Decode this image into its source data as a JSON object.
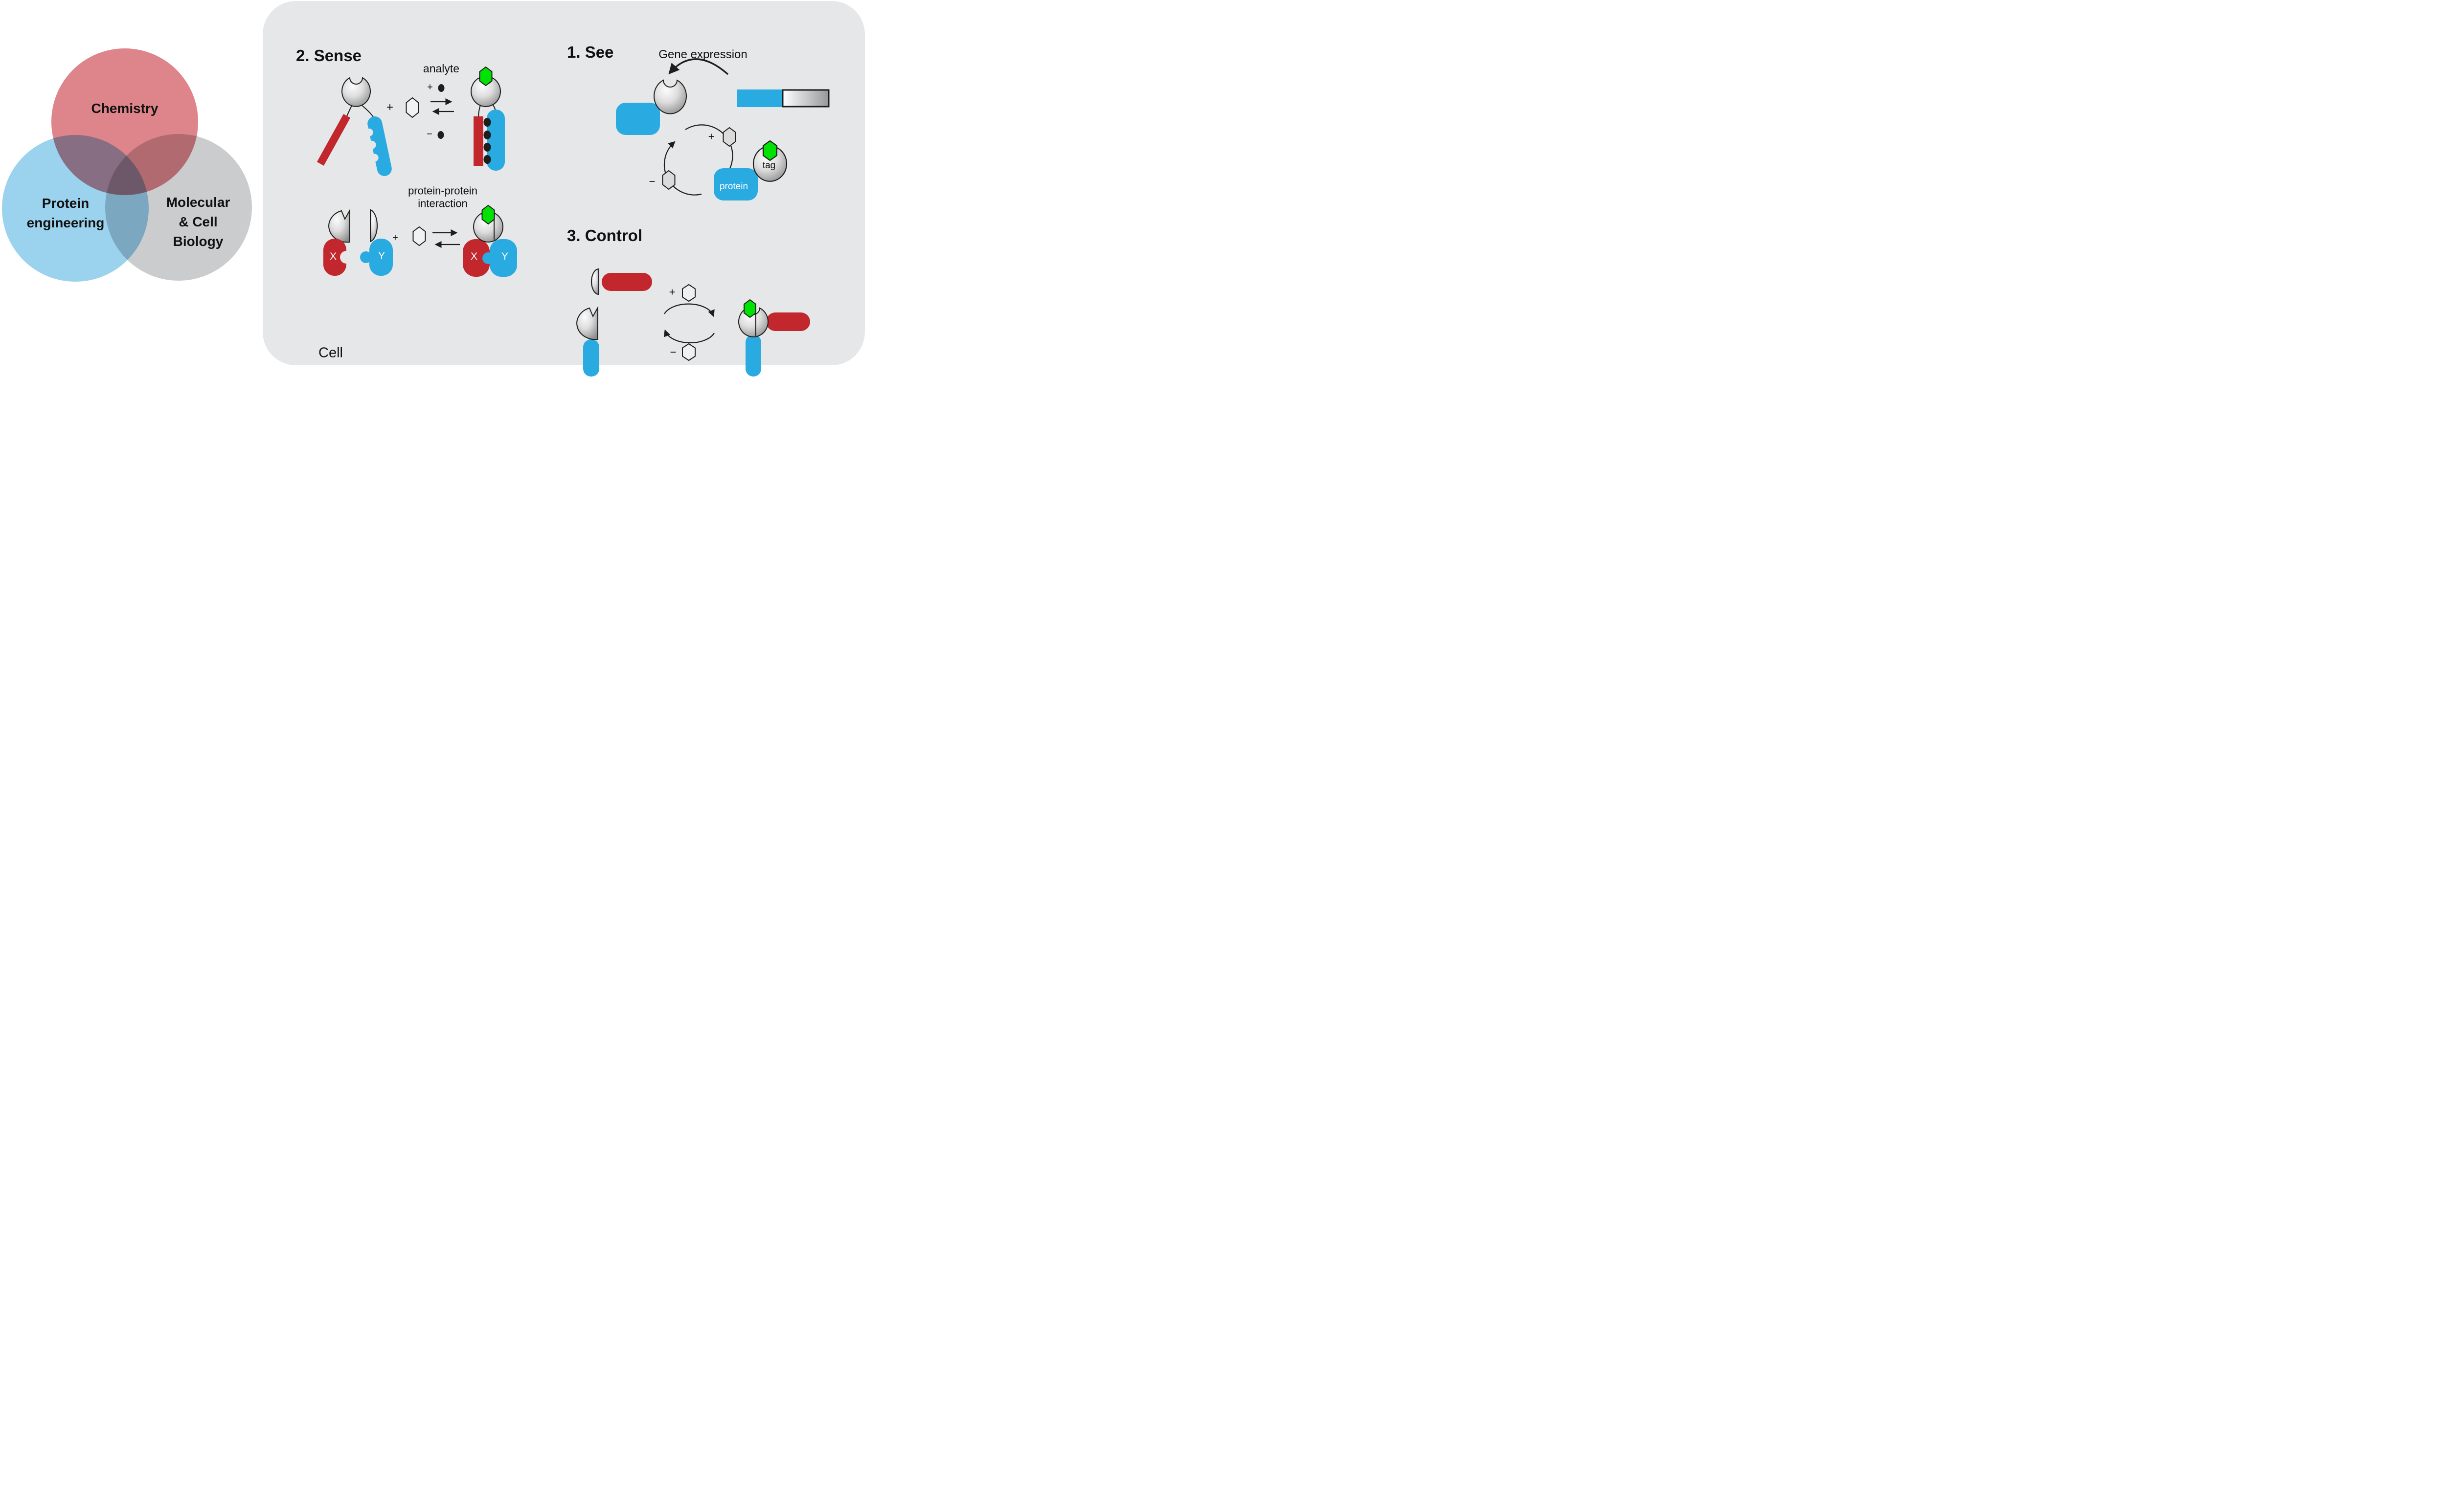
{
  "figure": {
    "description": "Chemistry / Protein engineering / Molecular & Cell Biology Venn diagram next to a cell schematic with See, Sense and Control panels"
  },
  "colors": {
    "background": "#FFFFFF",
    "cell_box": "#E6E7E8",
    "blue": "#29ABE2",
    "red": "#C1272D",
    "green": "#00E104",
    "venn_red": "#DE858B",
    "venn_blue": "#9BD2EE",
    "venn_gray": "#CBCCCE",
    "ink": "#1E1E1E"
  },
  "venn": {
    "chemistry": {
      "label": "Chemistry"
    },
    "protein_engineering": {
      "line1": "Protein",
      "line2": "engineering"
    },
    "molecular_cell_biology": {
      "line1": "Molecular",
      "line2": "& Cell",
      "line3": "Biology"
    }
  },
  "cell": {
    "label": "Cell"
  },
  "symbols": {
    "plus": "+",
    "minus": "−"
  },
  "see": {
    "title": "1. See",
    "gene_expression": "Gene expression",
    "tag": "tag",
    "protein": "protein"
  },
  "sense": {
    "title": "2. Sense",
    "analyte": "analyte",
    "ppi_line1": "protein-protein",
    "ppi_line2": "interaction",
    "x": "X",
    "y": "Y"
  },
  "control": {
    "title": "3. Control"
  }
}
